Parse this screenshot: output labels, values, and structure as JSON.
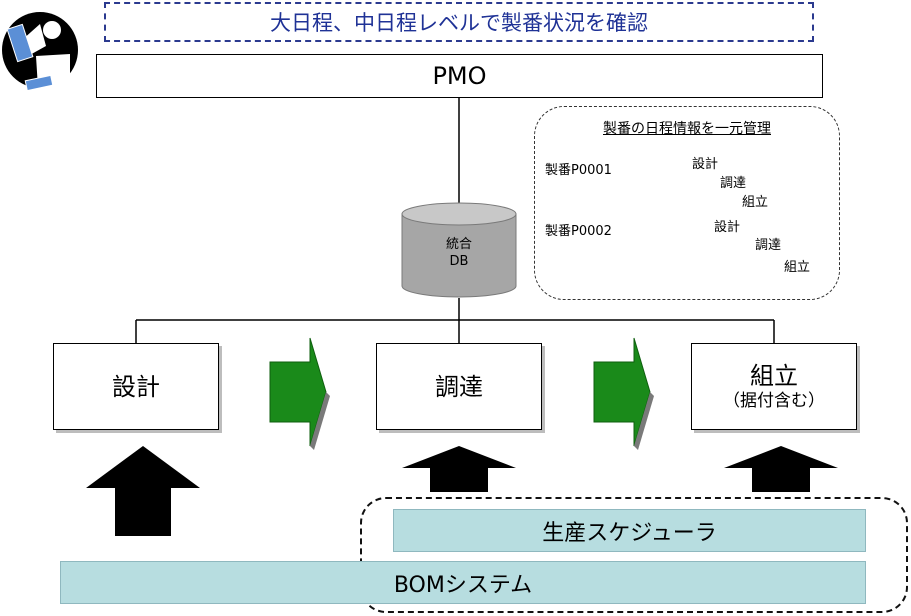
{
  "banner": {
    "text": "大日程、中日程レベルで製番状況を確認"
  },
  "pmo": {
    "label": "PMO"
  },
  "db": {
    "line1": "統合",
    "line2": "DB"
  },
  "info": {
    "title": "製番の日程情報を一元管理",
    "orders": [
      {
        "name": "製番P0001",
        "tasks": [
          "設計",
          "調達",
          "組立"
        ]
      },
      {
        "name": "製番P0002",
        "tasks": [
          "設計",
          "調達",
          "組立"
        ]
      }
    ]
  },
  "processes": {
    "design": {
      "label": "設計"
    },
    "procure": {
      "label": "調達"
    },
    "assembly": {
      "label": "組立",
      "sub": "（据付含む）"
    }
  },
  "systems": {
    "scheduler": "生産スケジューラ",
    "bom": "BOMシステム"
  },
  "colors": {
    "banner_border": "#2b3a8f",
    "banner_text": "#1f3296",
    "flow_arrow": "#1a8a1a",
    "system_bar": "#b7dde0",
    "db": "#a6a6a6"
  }
}
